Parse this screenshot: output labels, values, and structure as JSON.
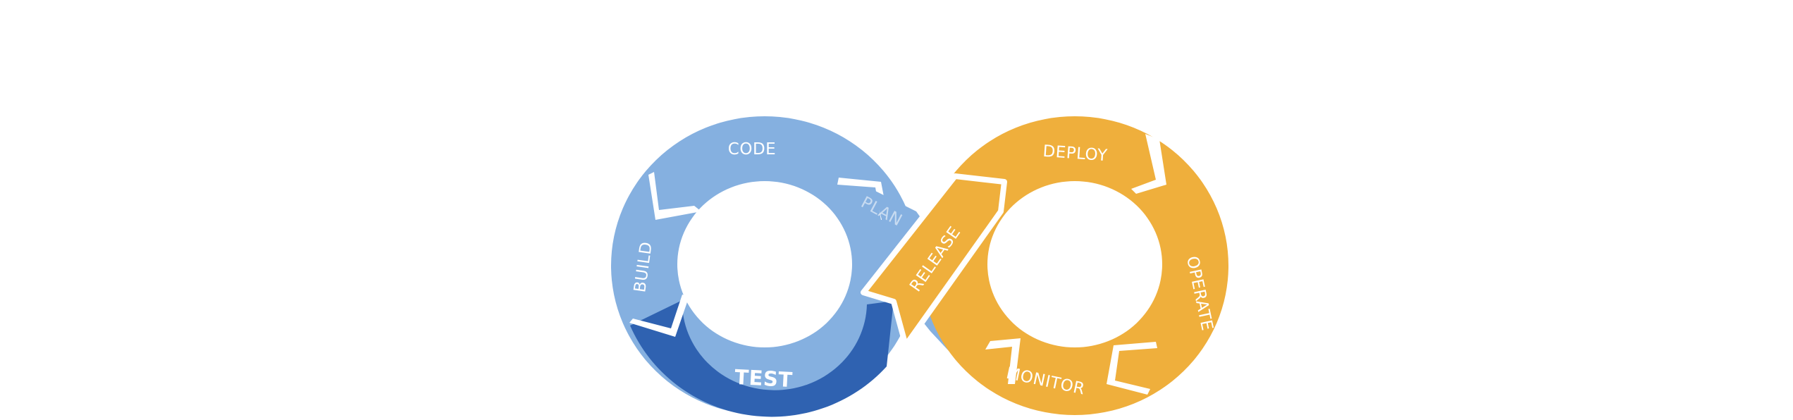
{
  "diagram": {
    "stages": [
      {
        "id": "code",
        "label": "CODE",
        "color": "#85b0e0"
      },
      {
        "id": "build",
        "label": "BUILD",
        "color": "#85b0e0"
      },
      {
        "id": "test",
        "label": "TEST",
        "color": "#2f62b1"
      },
      {
        "id": "plan",
        "label": "PLAN",
        "color": "#85b0e0"
      },
      {
        "id": "release",
        "label": "RELEASE",
        "color": "#efaf3c"
      },
      {
        "id": "deploy",
        "label": "DEPLOY",
        "color": "#efaf3c"
      },
      {
        "id": "operate",
        "label": "OPERATE",
        "color": "#efaf3c"
      },
      {
        "id": "monitor",
        "label": "MONITOR",
        "color": "#efaf3c"
      }
    ],
    "colors": {
      "light_blue": "#85b0e0",
      "dark_blue": "#2f62b1",
      "orange": "#efaf3c",
      "background": "#ffffff"
    }
  }
}
